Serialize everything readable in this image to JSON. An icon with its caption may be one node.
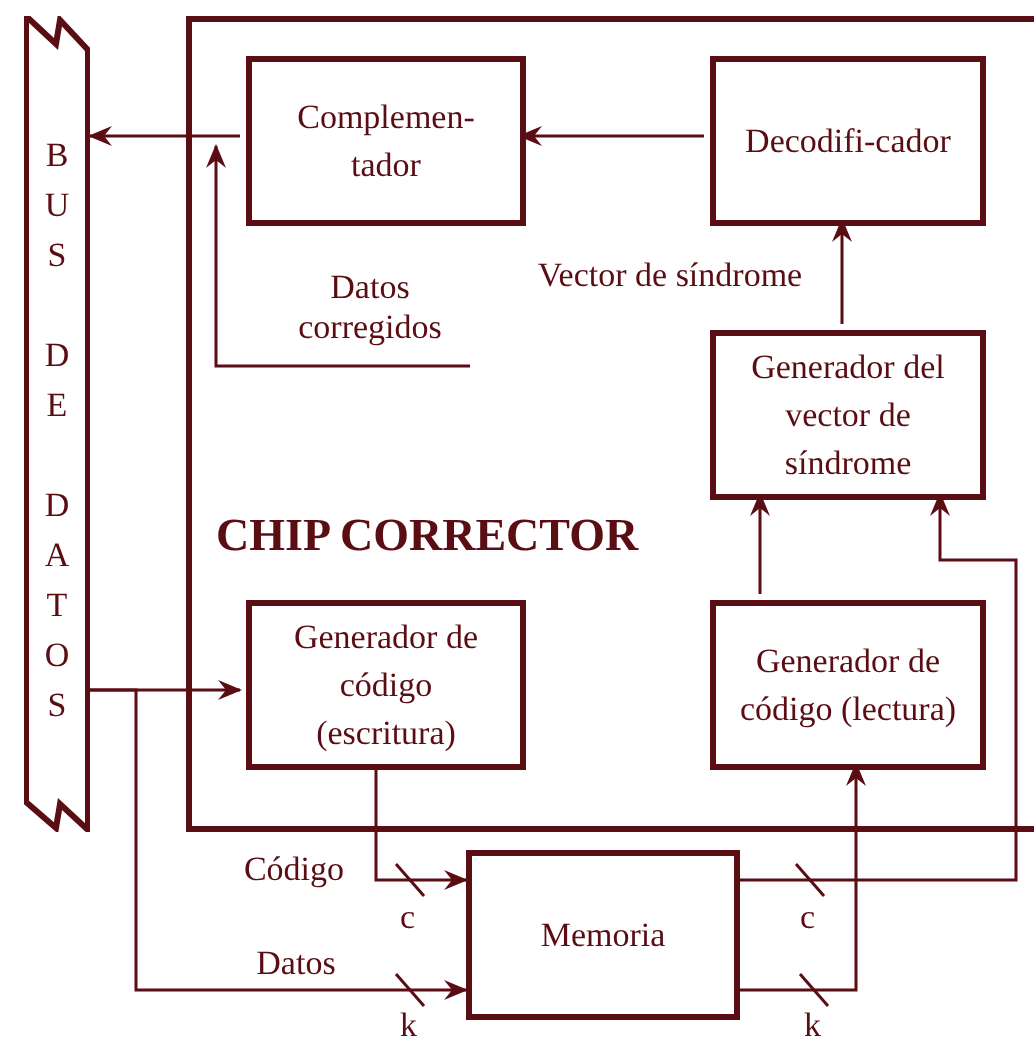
{
  "diagram": {
    "nodes": [
      {
        "text": [
          "BUS DE DATOS"
        ]
      },
      {
        "text": [
          "CHIP CORRECTOR"
        ]
      },
      {
        "text": [
          "Complemen-tador"
        ],
        "in": 1
      },
      {
        "text": [
          "Decodifi-cador"
        ],
        "in": 1
      },
      {
        "text": [
          "Generador del vector de síndrome"
        ],
        "in": 1
      },
      {
        "text": [
          "Generador de código (escritura)"
        ],
        "in": 1
      },
      {
        "text": [
          "Generador de código (lectura)"
        ],
        "in": 1
      },
      {
        "text": [
          "Memoria"
        ]
      }
    ],
    "edges": [
      {
        "from": 2,
        "to": 0,
        "arrow": "to"
      },
      {
        "from": 3,
        "to": 2,
        "arrow": "to"
      },
      {
        "from": null,
        "to": 2,
        "arrow": "to",
        "label": "Datos corregidos"
      },
      {
        "from": 4,
        "to": 3,
        "arrow": "to",
        "label": "Vector de síndrome"
      },
      {
        "from": 6,
        "to": 4,
        "arrow": "to"
      },
      {
        "from": 7,
        "to": 4,
        "arrow": "to"
      },
      {
        "from": 0,
        "to": 5,
        "arrow": "to"
      },
      {
        "from": 5,
        "to": 7,
        "arrow": "to",
        "label": "Código"
      },
      {
        "from": 0,
        "to": 7,
        "arrow": "to",
        "label": "Datos"
      },
      {
        "from": 7,
        "to": 6,
        "arrow": "to"
      }
    ],
    "labels": [
      "c",
      "c",
      "k",
      "k"
    ]
  }
}
